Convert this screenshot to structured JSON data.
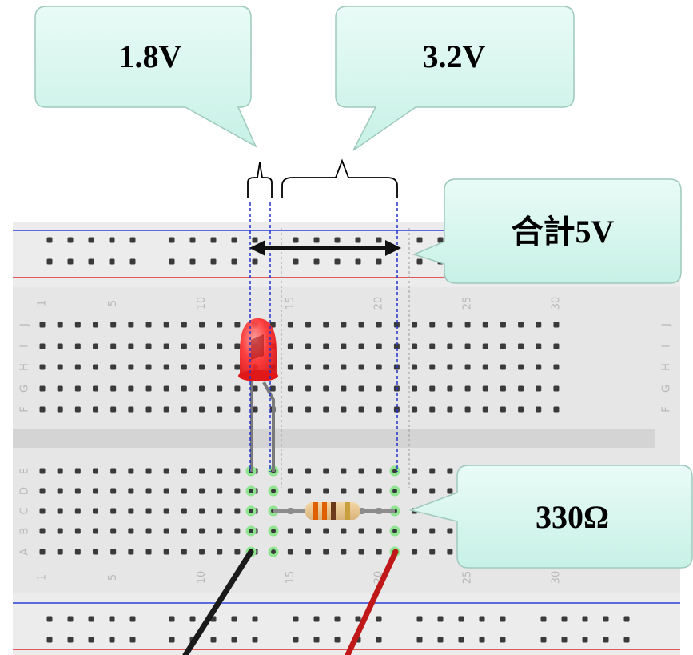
{
  "callouts": {
    "led_voltage": "1.8V",
    "resistor_voltage": "3.2V",
    "total_voltage": "合計5V",
    "resistance": "330Ω"
  },
  "breadboard": {
    "column_numbers": [
      "1",
      "5",
      "10",
      "15",
      "20",
      "25",
      "30"
    ],
    "rows_top": [
      "J",
      "I",
      "H",
      "G",
      "F"
    ],
    "rows_bottom": [
      "E",
      "D",
      "C",
      "B",
      "A"
    ]
  },
  "colors": {
    "callout_fill": "#d9f7f0",
    "board": "#e8e8e8",
    "power_rail_blue": "#2b3fd6",
    "power_rail_red": "#e02a2a",
    "highlight_green": "#8fe58f",
    "led_red": "#ff2a2a",
    "wire_black": "#1a1a1a",
    "wire_red": "#c01818"
  },
  "components": {
    "led": "led-icon",
    "resistor": "resistor-icon",
    "arrow": "double-arrow-icon"
  }
}
